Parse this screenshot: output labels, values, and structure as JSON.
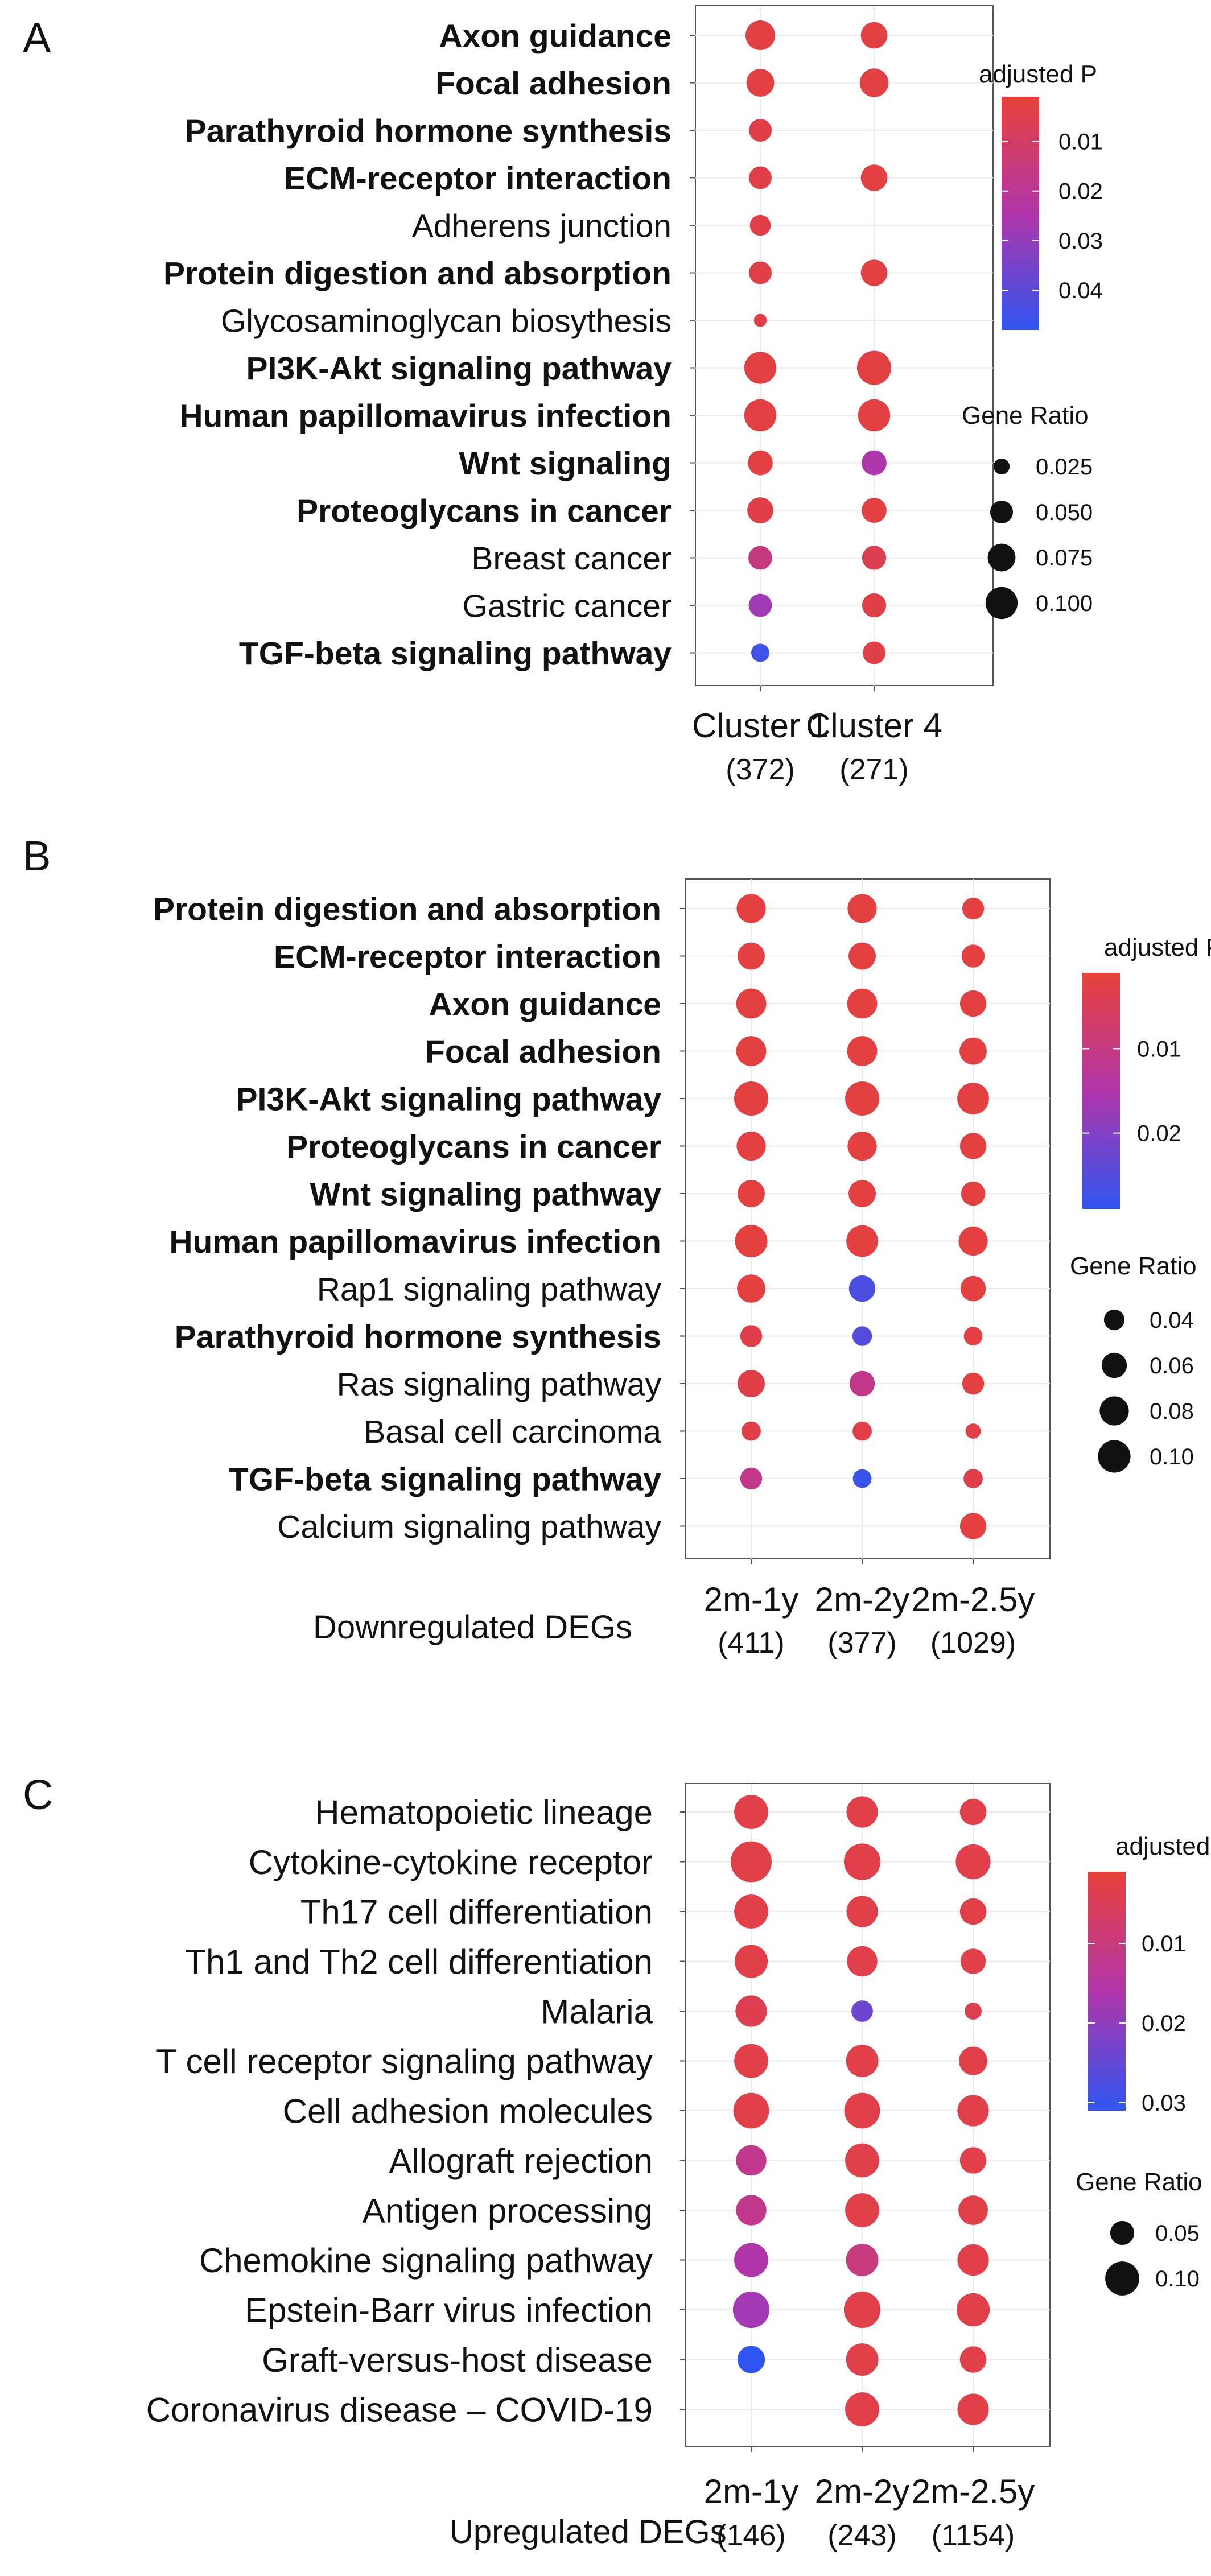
{
  "chart_data": [
    {
      "panel_label": "A",
      "type": "dotplot",
      "title": "",
      "xlabel": "",
      "ylabel": "",
      "columns": [
        {
          "label": "Cluster 1",
          "count": "(372)"
        },
        {
          "label": "Cluster 4",
          "count": "(271)"
        }
      ],
      "rows": [
        {
          "term": "Axon guidance",
          "bold": true
        },
        {
          "term": "Focal adhesion",
          "bold": true
        },
        {
          "term": "Parathyroid hormone synthesis",
          "bold": true
        },
        {
          "term": "ECM-receptor interaction",
          "bold": true
        },
        {
          "term": "Adherens junction",
          "bold": false
        },
        {
          "term": "Protein digestion and absorption",
          "bold": true
        },
        {
          "term": "Glycosaminoglycan biosythesis",
          "bold": false
        },
        {
          "term": "PI3K-Akt signaling pathway",
          "bold": true
        },
        {
          "term": "Human papillomavirus infection",
          "bold": true
        },
        {
          "term": "Wnt signaling",
          "bold": true
        },
        {
          "term": "Proteoglycans in cancer",
          "bold": true
        },
        {
          "term": "Breast cancer",
          "bold": false
        },
        {
          "term": "Gastric cancer",
          "bold": false
        },
        {
          "term": "TGF-beta signaling pathway",
          "bold": true
        }
      ],
      "points": [
        {
          "row": 0,
          "col": 0,
          "gene_ratio": 0.085,
          "p_adj": 0.003
        },
        {
          "row": 0,
          "col": 1,
          "gene_ratio": 0.068,
          "p_adj": 0.003
        },
        {
          "row": 1,
          "col": 0,
          "gene_ratio": 0.075,
          "p_adj": 0.003
        },
        {
          "row": 1,
          "col": 1,
          "gene_ratio": 0.08,
          "p_adj": 0.003
        },
        {
          "row": 2,
          "col": 0,
          "gene_ratio": 0.05,
          "p_adj": 0.004
        },
        {
          "row": 3,
          "col": 0,
          "gene_ratio": 0.05,
          "p_adj": 0.004
        },
        {
          "row": 3,
          "col": 1,
          "gene_ratio": 0.068,
          "p_adj": 0.003
        },
        {
          "row": 4,
          "col": 0,
          "gene_ratio": 0.042,
          "p_adj": 0.004
        },
        {
          "row": 5,
          "col": 0,
          "gene_ratio": 0.05,
          "p_adj": 0.004
        },
        {
          "row": 5,
          "col": 1,
          "gene_ratio": 0.068,
          "p_adj": 0.003
        },
        {
          "row": 6,
          "col": 0,
          "gene_ratio": 0.016,
          "p_adj": 0.004
        },
        {
          "row": 7,
          "col": 0,
          "gene_ratio": 0.1,
          "p_adj": 0.003
        },
        {
          "row": 7,
          "col": 1,
          "gene_ratio": 0.113,
          "p_adj": 0.003
        },
        {
          "row": 8,
          "col": 0,
          "gene_ratio": 0.1,
          "p_adj": 0.003
        },
        {
          "row": 8,
          "col": 1,
          "gene_ratio": 0.1,
          "p_adj": 0.003
        },
        {
          "row": 9,
          "col": 0,
          "gene_ratio": 0.06,
          "p_adj": 0.003
        },
        {
          "row": 9,
          "col": 1,
          "gene_ratio": 0.06,
          "p_adj": 0.025
        },
        {
          "row": 10,
          "col": 0,
          "gene_ratio": 0.065,
          "p_adj": 0.004
        },
        {
          "row": 10,
          "col": 1,
          "gene_ratio": 0.06,
          "p_adj": 0.003
        },
        {
          "row": 11,
          "col": 0,
          "gene_ratio": 0.055,
          "p_adj": 0.016
        },
        {
          "row": 11,
          "col": 1,
          "gene_ratio": 0.056,
          "p_adj": 0.006
        },
        {
          "row": 12,
          "col": 0,
          "gene_ratio": 0.052,
          "p_adj": 0.028
        },
        {
          "row": 12,
          "col": 1,
          "gene_ratio": 0.056,
          "p_adj": 0.004
        },
        {
          "row": 13,
          "col": 0,
          "gene_ratio": 0.032,
          "p_adj": 0.045
        },
        {
          "row": 13,
          "col": 1,
          "gene_ratio": 0.05,
          "p_adj": 0.004
        }
      ],
      "color_legend": {
        "title": "adjusted P",
        "ticks": [
          "0.01",
          "0.02",
          "0.03",
          "0.04"
        ],
        "range": [
          0.001,
          0.048
        ],
        "low_color": "#e8413a",
        "high_color": "#2f55f0"
      },
      "size_legend": {
        "title": "Gene Ratio",
        "values": [
          0.025,
          0.05,
          0.075,
          0.1
        ],
        "labels": [
          "0.025",
          "0.050",
          "0.075",
          "0.100"
        ]
      },
      "grid": true
    },
    {
      "panel_label": "B",
      "type": "dotplot",
      "title": "",
      "xlabel": "Downregulated DEGs",
      "ylabel": "",
      "columns": [
        {
          "label": "2m-1y",
          "count": "(411)"
        },
        {
          "label": "2m-2y",
          "count": "(377)"
        },
        {
          "label": "2m-2.5y",
          "count": "(1029)"
        }
      ],
      "rows": [
        {
          "term": "Protein digestion and absorption",
          "bold": true
        },
        {
          "term": "ECM-receptor interaction",
          "bold": true
        },
        {
          "term": "Axon guidance",
          "bold": true
        },
        {
          "term": "Focal adhesion",
          "bold": true
        },
        {
          "term": "PI3K-Akt signaling pathway",
          "bold": true
        },
        {
          "term": "Proteoglycans in cancer",
          "bold": true
        },
        {
          "term": "Wnt signaling pathway",
          "bold": true
        },
        {
          "term": "Human papillomavirus infection",
          "bold": true
        },
        {
          "term": "Rap1 signaling pathway",
          "bold": false
        },
        {
          "term": "Parathyroid hormone synthesis",
          "bold": true
        },
        {
          "term": "Ras signaling pathway",
          "bold": false
        },
        {
          "term": "Basal cell carcinoma",
          "bold": false
        },
        {
          "term": "TGF-beta signaling pathway",
          "bold": true
        },
        {
          "term": "Calcium signaling pathway",
          "bold": false
        }
      ],
      "points": [
        {
          "row": 0,
          "col": 0,
          "gene_ratio": 0.08,
          "p_adj": 0.002
        },
        {
          "row": 0,
          "col": 1,
          "gene_ratio": 0.08,
          "p_adj": 0.002
        },
        {
          "row": 0,
          "col": 2,
          "gene_ratio": 0.045,
          "p_adj": 0.002
        },
        {
          "row": 1,
          "col": 0,
          "gene_ratio": 0.07,
          "p_adj": 0.002
        },
        {
          "row": 1,
          "col": 1,
          "gene_ratio": 0.07,
          "p_adj": 0.002
        },
        {
          "row": 1,
          "col": 2,
          "gene_ratio": 0.05,
          "p_adj": 0.002
        },
        {
          "row": 2,
          "col": 0,
          "gene_ratio": 0.085,
          "p_adj": 0.002
        },
        {
          "row": 2,
          "col": 1,
          "gene_ratio": 0.085,
          "p_adj": 0.002
        },
        {
          "row": 2,
          "col": 2,
          "gene_ratio": 0.065,
          "p_adj": 0.002
        },
        {
          "row": 3,
          "col": 0,
          "gene_ratio": 0.085,
          "p_adj": 0.002
        },
        {
          "row": 3,
          "col": 1,
          "gene_ratio": 0.085,
          "p_adj": 0.002
        },
        {
          "row": 3,
          "col": 2,
          "gene_ratio": 0.07,
          "p_adj": 0.002
        },
        {
          "row": 4,
          "col": 0,
          "gene_ratio": 0.11,
          "p_adj": 0.002
        },
        {
          "row": 4,
          "col": 1,
          "gene_ratio": 0.11,
          "p_adj": 0.002
        },
        {
          "row": 4,
          "col": 2,
          "gene_ratio": 0.095,
          "p_adj": 0.002
        },
        {
          "row": 5,
          "col": 0,
          "gene_ratio": 0.08,
          "p_adj": 0.002
        },
        {
          "row": 5,
          "col": 1,
          "gene_ratio": 0.08,
          "p_adj": 0.002
        },
        {
          "row": 5,
          "col": 2,
          "gene_ratio": 0.065,
          "p_adj": 0.002
        },
        {
          "row": 6,
          "col": 0,
          "gene_ratio": 0.07,
          "p_adj": 0.002
        },
        {
          "row": 6,
          "col": 1,
          "gene_ratio": 0.07,
          "p_adj": 0.002
        },
        {
          "row": 6,
          "col": 2,
          "gene_ratio": 0.055,
          "p_adj": 0.002
        },
        {
          "row": 7,
          "col": 0,
          "gene_ratio": 0.1,
          "p_adj": 0.002
        },
        {
          "row": 7,
          "col": 1,
          "gene_ratio": 0.095,
          "p_adj": 0.002
        },
        {
          "row": 7,
          "col": 2,
          "gene_ratio": 0.08,
          "p_adj": 0.002
        },
        {
          "row": 8,
          "col": 0,
          "gene_ratio": 0.075,
          "p_adj": 0.002
        },
        {
          "row": 8,
          "col": 1,
          "gene_ratio": 0.065,
          "p_adj": 0.026
        },
        {
          "row": 8,
          "col": 2,
          "gene_ratio": 0.06,
          "p_adj": 0.002
        },
        {
          "row": 9,
          "col": 0,
          "gene_ratio": 0.045,
          "p_adj": 0.003
        },
        {
          "row": 9,
          "col": 1,
          "gene_ratio": 0.036,
          "p_adj": 0.025
        },
        {
          "row": 9,
          "col": 2,
          "gene_ratio": 0.033,
          "p_adj": 0.002
        },
        {
          "row": 10,
          "col": 0,
          "gene_ratio": 0.07,
          "p_adj": 0.003
        },
        {
          "row": 10,
          "col": 1,
          "gene_ratio": 0.06,
          "p_adj": 0.011
        },
        {
          "row": 10,
          "col": 2,
          "gene_ratio": 0.045,
          "p_adj": 0.002
        },
        {
          "row": 11,
          "col": 0,
          "gene_ratio": 0.035,
          "p_adj": 0.003
        },
        {
          "row": 11,
          "col": 1,
          "gene_ratio": 0.035,
          "p_adj": 0.003
        },
        {
          "row": 11,
          "col": 2,
          "gene_ratio": 0.022,
          "p_adj": 0.003
        },
        {
          "row": 12,
          "col": 0,
          "gene_ratio": 0.045,
          "p_adj": 0.011
        },
        {
          "row": 12,
          "col": 1,
          "gene_ratio": 0.033,
          "p_adj": 0.028
        },
        {
          "row": 12,
          "col": 2,
          "gene_ratio": 0.035,
          "p_adj": 0.003
        },
        {
          "row": 13,
          "col": 2,
          "gene_ratio": 0.065,
          "p_adj": 0.002
        }
      ],
      "color_legend": {
        "title": "adjusted P",
        "ticks": [
          "0.01",
          "0.02"
        ],
        "range": [
          0.001,
          0.029
        ],
        "low_color": "#e8413a",
        "high_color": "#2f55f0"
      },
      "size_legend": {
        "title": "Gene Ratio",
        "values": [
          0.04,
          0.06,
          0.08,
          0.1
        ],
        "labels": [
          "0.04",
          "0.06",
          "0.08",
          "0.10"
        ]
      },
      "grid": true
    },
    {
      "panel_label": "C",
      "type": "dotplot",
      "title": "",
      "xlabel": "Upregulated DEGs",
      "ylabel": "",
      "columns": [
        {
          "label": "2m-1y",
          "count": "(146)"
        },
        {
          "label": "2m-2y",
          "count": "(243)"
        },
        {
          "label": "2m-2.5y",
          "count": "(1154)"
        }
      ],
      "rows": [
        {
          "term": "Hematopoietic lineage",
          "bold": false
        },
        {
          "term": "Cytokine-cytokine receptor",
          "bold": false
        },
        {
          "term": "Th17 cell differentiation",
          "bold": false
        },
        {
          "term": "Th1 and Th2 cell differentiation",
          "bold": false
        },
        {
          "term": "Malaria",
          "bold": false
        },
        {
          "term": "T cell receptor signaling pathway",
          "bold": false
        },
        {
          "term": "Cell adhesion molecules",
          "bold": false
        },
        {
          "term": "Allograft rejection",
          "bold": false
        },
        {
          "term": "Antigen processing",
          "bold": false
        },
        {
          "term": "Chemokine signaling pathway",
          "bold": false
        },
        {
          "term": "Epstein-Barr virus infection",
          "bold": false
        },
        {
          "term": "Graft-versus-host disease",
          "bold": false
        },
        {
          "term": "Coronavirus disease – COVID-19",
          "bold": false
        }
      ],
      "points": [
        {
          "row": 0,
          "col": 0,
          "gene_ratio": 0.1,
          "p_adj": 0.003
        },
        {
          "row": 0,
          "col": 1,
          "gene_ratio": 0.085,
          "p_adj": 0.003
        },
        {
          "row": 0,
          "col": 2,
          "gene_ratio": 0.06,
          "p_adj": 0.003
        },
        {
          "row": 1,
          "col": 0,
          "gene_ratio": 0.145,
          "p_adj": 0.003
        },
        {
          "row": 1,
          "col": 1,
          "gene_ratio": 0.115,
          "p_adj": 0.003
        },
        {
          "row": 1,
          "col": 2,
          "gene_ratio": 0.105,
          "p_adj": 0.003
        },
        {
          "row": 2,
          "col": 0,
          "gene_ratio": 0.1,
          "p_adj": 0.003
        },
        {
          "row": 2,
          "col": 1,
          "gene_ratio": 0.085,
          "p_adj": 0.003
        },
        {
          "row": 2,
          "col": 2,
          "gene_ratio": 0.06,
          "p_adj": 0.003
        },
        {
          "row": 3,
          "col": 0,
          "gene_ratio": 0.095,
          "p_adj": 0.003
        },
        {
          "row": 3,
          "col": 1,
          "gene_ratio": 0.08,
          "p_adj": 0.003
        },
        {
          "row": 3,
          "col": 2,
          "gene_ratio": 0.055,
          "p_adj": 0.003
        },
        {
          "row": 4,
          "col": 0,
          "gene_ratio": 0.085,
          "p_adj": 0.004
        },
        {
          "row": 4,
          "col": 1,
          "gene_ratio": 0.04,
          "p_adj": 0.024
        },
        {
          "row": 4,
          "col": 2,
          "gene_ratio": 0.025,
          "p_adj": 0.004
        },
        {
          "row": 5,
          "col": 0,
          "gene_ratio": 0.1,
          "p_adj": 0.003
        },
        {
          "row": 5,
          "col": 1,
          "gene_ratio": 0.09,
          "p_adj": 0.003
        },
        {
          "row": 5,
          "col": 2,
          "gene_ratio": 0.07,
          "p_adj": 0.003
        },
        {
          "row": 6,
          "col": 0,
          "gene_ratio": 0.11,
          "p_adj": 0.003
        },
        {
          "row": 6,
          "col": 1,
          "gene_ratio": 0.11,
          "p_adj": 0.003
        },
        {
          "row": 6,
          "col": 2,
          "gene_ratio": 0.085,
          "p_adj": 0.003
        },
        {
          "row": 7,
          "col": 0,
          "gene_ratio": 0.08,
          "p_adj": 0.012
        },
        {
          "row": 7,
          "col": 1,
          "gene_ratio": 0.1,
          "p_adj": 0.003
        },
        {
          "row": 7,
          "col": 2,
          "gene_ratio": 0.06,
          "p_adj": 0.003
        },
        {
          "row": 8,
          "col": 0,
          "gene_ratio": 0.08,
          "p_adj": 0.012
        },
        {
          "row": 8,
          "col": 1,
          "gene_ratio": 0.1,
          "p_adj": 0.003
        },
        {
          "row": 8,
          "col": 2,
          "gene_ratio": 0.075,
          "p_adj": 0.003
        },
        {
          "row": 9,
          "col": 0,
          "gene_ratio": 0.1,
          "p_adj": 0.016
        },
        {
          "row": 9,
          "col": 1,
          "gene_ratio": 0.09,
          "p_adj": 0.01
        },
        {
          "row": 9,
          "col": 2,
          "gene_ratio": 0.085,
          "p_adj": 0.003
        },
        {
          "row": 10,
          "col": 0,
          "gene_ratio": 0.115,
          "p_adj": 0.018
        },
        {
          "row": 10,
          "col": 1,
          "gene_ratio": 0.115,
          "p_adj": 0.003
        },
        {
          "row": 10,
          "col": 2,
          "gene_ratio": 0.095,
          "p_adj": 0.003
        },
        {
          "row": 11,
          "col": 0,
          "gene_ratio": 0.065,
          "p_adj": 0.031
        },
        {
          "row": 11,
          "col": 1,
          "gene_ratio": 0.09,
          "p_adj": 0.003
        },
        {
          "row": 11,
          "col": 2,
          "gene_ratio": 0.06,
          "p_adj": 0.003
        },
        {
          "row": 12,
          "col": 1,
          "gene_ratio": 0.1,
          "p_adj": 0.003
        },
        {
          "row": 12,
          "col": 2,
          "gene_ratio": 0.085,
          "p_adj": 0.003
        }
      ],
      "color_legend": {
        "title": "adjusted P",
        "ticks": [
          "0.01",
          "0.02",
          "0.03"
        ],
        "range": [
          0.001,
          0.031
        ],
        "low_color": "#e8413a",
        "high_color": "#2f55f0"
      },
      "size_legend": {
        "title": "Gene Ratio",
        "values": [
          0.05,
          0.1
        ],
        "labels": [
          "0.05",
          "0.10"
        ]
      },
      "grid": true
    }
  ]
}
